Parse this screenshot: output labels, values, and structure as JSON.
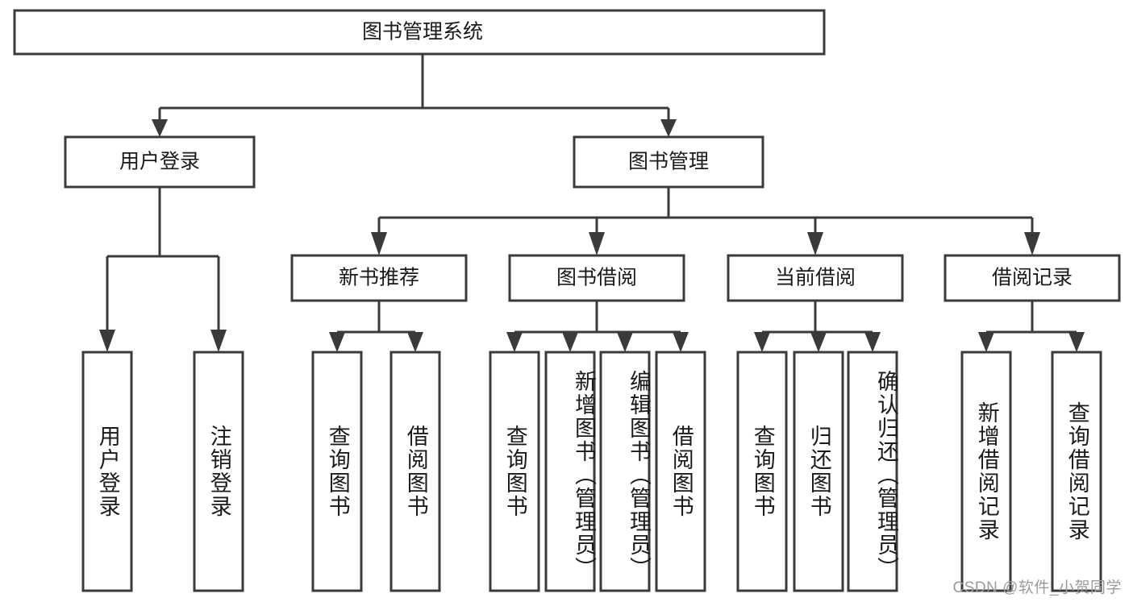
{
  "diagram": {
    "title": "图书管理系统",
    "type": "tree-hierarchy-chart",
    "watermark": "CSDN @软件_小贺同学",
    "colors": {
      "box_stroke": "#3a3a3a",
      "box_fill": "#ffffff",
      "text": "#1a1a1a",
      "connector": "#3a3a3a",
      "background": "#ffffff",
      "watermark_text": "#9b9b9b"
    },
    "root": {
      "label": "图书管理系统"
    },
    "level2": [
      {
        "label": "用户登录"
      },
      {
        "label": "图书管理"
      }
    ],
    "level3": [
      {
        "label": "新书推荐"
      },
      {
        "label": "图书借阅"
      },
      {
        "label": "当前借阅"
      },
      {
        "label": "借阅记录"
      }
    ],
    "leaves": {
      "user_login": [
        {
          "label": "用户登录"
        },
        {
          "label": "注销登录"
        }
      ],
      "new_book_recommend": [
        {
          "label": "查询图书"
        },
        {
          "label": "借阅图书"
        }
      ],
      "book_borrow": [
        {
          "label": "查询图书"
        },
        {
          "label": "新增图书（管理员）"
        },
        {
          "label": "编辑图书（管理员）"
        },
        {
          "label": "借阅图书"
        }
      ],
      "current_borrow": [
        {
          "label": "查询图书"
        },
        {
          "label": "归还图书"
        },
        {
          "label": "确认归还（管理员）"
        }
      ],
      "borrow_record": [
        {
          "label": "新增借阅记录"
        },
        {
          "label": "查询借阅记录"
        }
      ]
    }
  }
}
